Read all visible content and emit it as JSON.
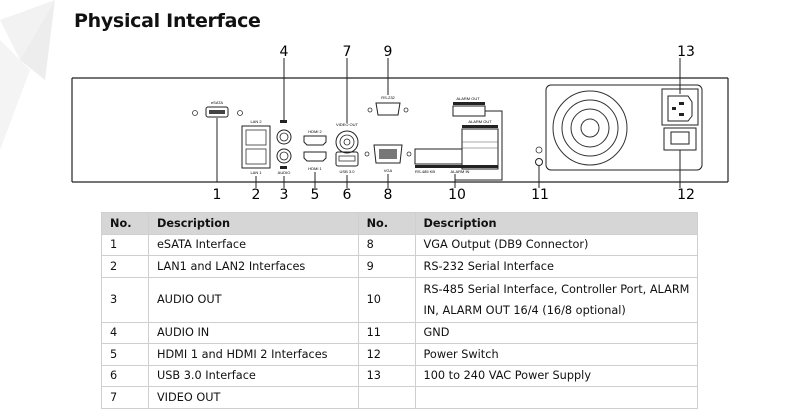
{
  "page": {
    "title": "Physical Interface"
  },
  "diagram": {
    "callouts_top": [
      "4",
      "7",
      "9",
      "13"
    ],
    "callouts_bottom": [
      "1",
      "2",
      "3",
      "5",
      "6",
      "8",
      "10",
      "11",
      "12"
    ],
    "port_labels": {
      "esata": "eSATA",
      "lan2": "LAN 2",
      "lan1": "LAN 1",
      "audio_in": "IN",
      "audio_out": "OUT",
      "audio": "AUDIO",
      "hdmi2": "HDMI 2",
      "hdmi1": "HDMI 1",
      "video_out": "VIDEO OUT",
      "usb": "USB 3.0",
      "rs232": "RS-232",
      "vga": "VGA",
      "alarm_out_top": "ALARM OUT",
      "alarm_out": "ALARM OUT",
      "rs485": "RS-485 KB",
      "alarm_in": "ALARM IN"
    }
  },
  "table": {
    "headers": [
      "No.",
      "Description",
      "No.",
      "Description"
    ],
    "rows": [
      {
        "no1": "1",
        "desc1": "eSATA Interface",
        "no2": "8",
        "desc2": "VGA Output (DB9 Connector)"
      },
      {
        "no1": "2",
        "desc1": "LAN1 and LAN2 Interfaces",
        "no2": "9",
        "desc2": "RS-232 Serial Interface"
      },
      {
        "no1": "3",
        "desc1": "AUDIO OUT",
        "no2": "10",
        "desc2": "RS-485 Serial Interface, Controller Port, ALARM IN, ALARM OUT 16/4 (16/8 optional)"
      },
      {
        "no1": "4",
        "desc1": "AUDIO IN",
        "no2": "11",
        "desc2": "GND"
      },
      {
        "no1": "5",
        "desc1": "HDMI 1 and HDMI 2 Interfaces",
        "no2": "12",
        "desc2": "Power Switch"
      },
      {
        "no1": "6",
        "desc1": "USB 3.0 Interface",
        "no2": "13",
        "desc2": "100 to 240 VAC Power Supply"
      },
      {
        "no1": "7",
        "desc1": "VIDEO OUT",
        "no2": "",
        "desc2": ""
      }
    ]
  }
}
